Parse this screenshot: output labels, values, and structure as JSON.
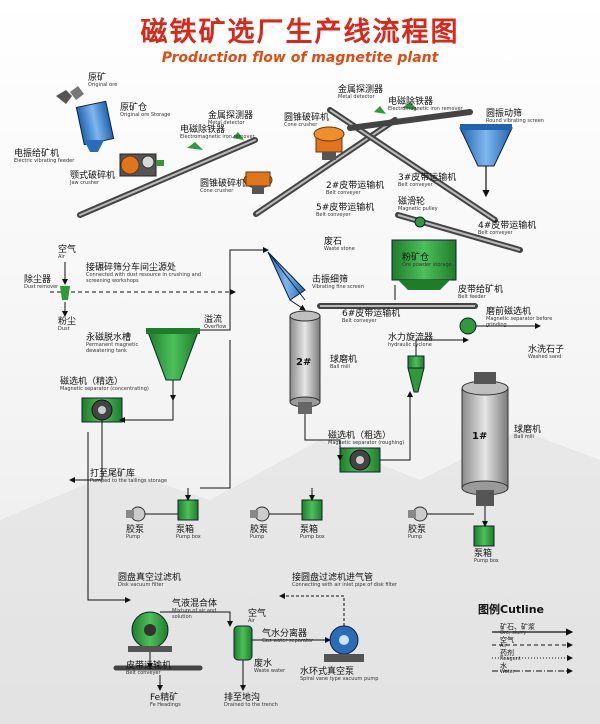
{
  "title": {
    "cn": "磁铁矿选厂生产线流程图",
    "en": "Production flow of magnetite plant"
  },
  "labels": {
    "raw_ore": {
      "cn": "原矿",
      "en": "Original ore"
    },
    "raw_bin": {
      "cn": "原矿仓",
      "en": "Original ore Storage"
    },
    "feeder": {
      "cn": "电振给矿机",
      "en": "Electric vibrating feeder"
    },
    "jaw": {
      "cn": "颚式破碎机",
      "en": "Jaw crusher"
    },
    "iron_remover1": {
      "cn": "电磁除铁器",
      "en": "Electromagnetic iron remover"
    },
    "metal_det1": {
      "cn": "金属探测器",
      "en": "Metal detector"
    },
    "cone1": {
      "cn": "圆锥破碎机",
      "en": "Cone crusher"
    },
    "cone2": {
      "cn": "圆锥破碎机",
      "en": "Cone crusher"
    },
    "metal_det2": {
      "cn": "金属探测器",
      "en": "Metal detector"
    },
    "iron_remover2": {
      "cn": "电磁除铁器",
      "en": "Electromagnetic iron remover"
    },
    "round_screen": {
      "cn": "圆振动筛",
      "en": "Round vibrating screen"
    },
    "belt2": {
      "cn": "2#皮带运输机",
      "en": "Belt conveyer"
    },
    "belt3": {
      "cn": "3#皮带运输机",
      "en": "Belt conveyer"
    },
    "belt5": {
      "cn": "5#皮带运输机",
      "en": "Belt conveyer"
    },
    "mag_pulley": {
      "cn": "磁滑轮",
      "en": "Magnetic pulley"
    },
    "belt4": {
      "cn": "4#皮带运输机",
      "en": "Belt conveyer"
    },
    "air": {
      "cn": "空气",
      "en": "Air"
    },
    "dust_remover": {
      "cn": "除尘器",
      "en": "Dust remover"
    },
    "dust_conn": {
      "cn": "接碾碎筛分车间尘源处",
      "en": "Connected with dust resource in crushing and screening workshops"
    },
    "dust": {
      "cn": "粉尘",
      "en": "Dust"
    },
    "waste_stone": {
      "cn": "废石",
      "en": "Waste stone"
    },
    "powder_bin": {
      "cn": "粉矿仓",
      "en": "Ore powder storage"
    },
    "fine_screen": {
      "cn": "击振细筛",
      "en": "Vibrating fine screen"
    },
    "belt_feeder": {
      "cn": "皮带给矿机",
      "en": "Belt feeder"
    },
    "dewater_tank": {
      "cn": "永磁脱水槽",
      "en": "Permanent magnetic dewatering tank"
    },
    "overflow": {
      "cn": "溢流",
      "en": "Overflow"
    },
    "belt6": {
      "cn": "6#皮带运输机",
      "en": "Belt conveyer"
    },
    "pre_sep": {
      "cn": "磨前磁选机",
      "en": "Magnetic separator before grinding"
    },
    "cyclone": {
      "cn": "水力旋流器",
      "en": "hydraulic cyclone"
    },
    "washed_sand": {
      "cn": "水洗石子",
      "en": "Washed sand"
    },
    "mill2_num": "2#",
    "mill2": {
      "cn": "球磨机",
      "en": "Ball mill"
    },
    "mill1_num": "1#",
    "mill1": {
      "cn": "球磨机",
      "en": "Ball mill"
    },
    "sep_conc": {
      "cn": "磁选机（精选）",
      "en": "Magnetic separator (concentrating)"
    },
    "sep_rough": {
      "cn": "磁选机（粗选）",
      "en": "Magnetic separator (roughing)"
    },
    "tailings": {
      "cn": "打至尾矿库",
      "en": "Pumped to the tailings storage"
    },
    "pump1": {
      "cn": "胶泵",
      "en": "Pump"
    },
    "pumpbox1": {
      "cn": "泵箱",
      "en": "Pump box"
    },
    "pump2": {
      "cn": "胶泵",
      "en": "Pump"
    },
    "pumpbox2": {
      "cn": "泵箱",
      "en": "Pump box"
    },
    "pump3": {
      "cn": "胶泵",
      "en": "Pump"
    },
    "pumpbox3": {
      "cn": "泵箱",
      "en": "Pump box"
    },
    "disk_filter": {
      "cn": "圆盘真空过滤机",
      "en": "Disk vacuum filter"
    },
    "air_inlet": {
      "cn": "接圆盘过滤机进气管",
      "en": "Connecting with air inlet pipe of disk filter"
    },
    "mix": {
      "cn": "气液混合体",
      "en": "Mixture of air and solution"
    },
    "air2": {
      "cn": "空气",
      "en": "Air"
    },
    "gas_sep": {
      "cn": "气水分离器",
      "en": "Gas water separator"
    },
    "waste_water": {
      "cn": "废水",
      "en": "Waste water"
    },
    "vac_pump": {
      "cn": "水环式真空泵",
      "en": "Spiral vane type vacuum pump"
    },
    "belt_end": {
      "cn": "皮带运输机",
      "en": "Belt conveyer"
    },
    "fe": {
      "cn": "Fe精矿",
      "en": "Fe Headings"
    },
    "trench": {
      "cn": "排至地沟",
      "en": "Drained to the trench"
    }
  },
  "legend": {
    "title": "图例Cutline",
    "items": [
      {
        "cn": "矿石、矿浆",
        "en": "Ore, slurry"
      },
      {
        "cn": "空气",
        "en": "Air"
      },
      {
        "cn": "药剂",
        "en": "Reagent"
      },
      {
        "cn": "水",
        "en": "Water"
      }
    ]
  },
  "colors": {
    "title": "#d9281a",
    "subtitle": "#e34a12",
    "equipment_green": "#2f9a3a",
    "equipment_orange": "#e0761c",
    "blue": "#3a86d4"
  }
}
